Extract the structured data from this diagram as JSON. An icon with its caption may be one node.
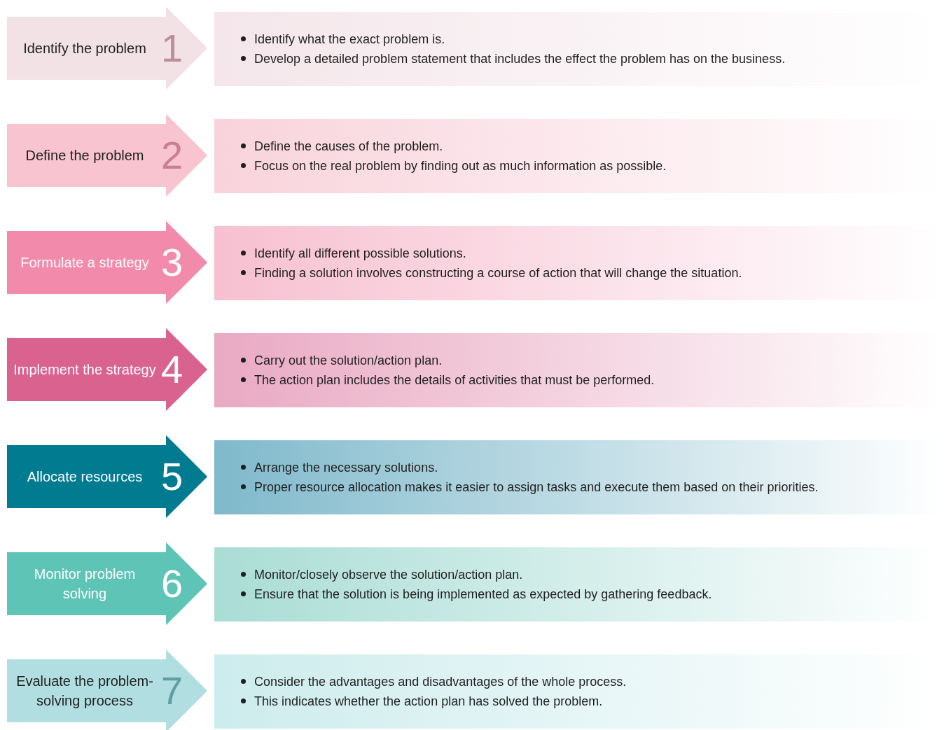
{
  "diagram": {
    "nodes": [
      {
        "text": [
          "Identify the problem",
          "1"
        ]
      },
      {
        "text": [
          "Identify what the exact problem is.",
          "Develop a detailed problem statement that includes the effect the problem has on the business."
        ]
      },
      {
        "text": [
          "Define the problem",
          "2"
        ]
      },
      {
        "text": [
          "Define the causes of the problem.",
          "Focus on the real problem by finding out as much information as possible."
        ]
      },
      {
        "text": [
          "Formulate a strategy",
          "3"
        ]
      },
      {
        "text": [
          "Identify all different possible solutions.",
          "Finding a solution involves constructing a course of action that will change the situation."
        ]
      },
      {
        "text": [
          "Implement the strategy",
          "4"
        ]
      },
      {
        "text": [
          "Carry out the solution/action plan.",
          "The action plan includes the details of activities that must be performed."
        ]
      },
      {
        "text": [
          "Allocate resources",
          "5"
        ]
      },
      {
        "text": [
          "Arrange the necessary solutions.",
          "Proper resource allocation makes it easier to assign tasks and execute them based on their priorities."
        ]
      },
      {
        "text": [
          "Monitor problem solving",
          "6"
        ]
      },
      {
        "text": [
          "Monitor/closely observe the solution/action plan.",
          "Ensure that the solution is being implemented as expected by gathering feedback."
        ]
      },
      {
        "text": [
          "Evaluate the problem-solving process",
          "7"
        ]
      },
      {
        "text": [
          "Consider the advantages and disadvantages of the whole process.",
          "This indicates whether the action plan has solved the problem."
        ]
      }
    ]
  }
}
